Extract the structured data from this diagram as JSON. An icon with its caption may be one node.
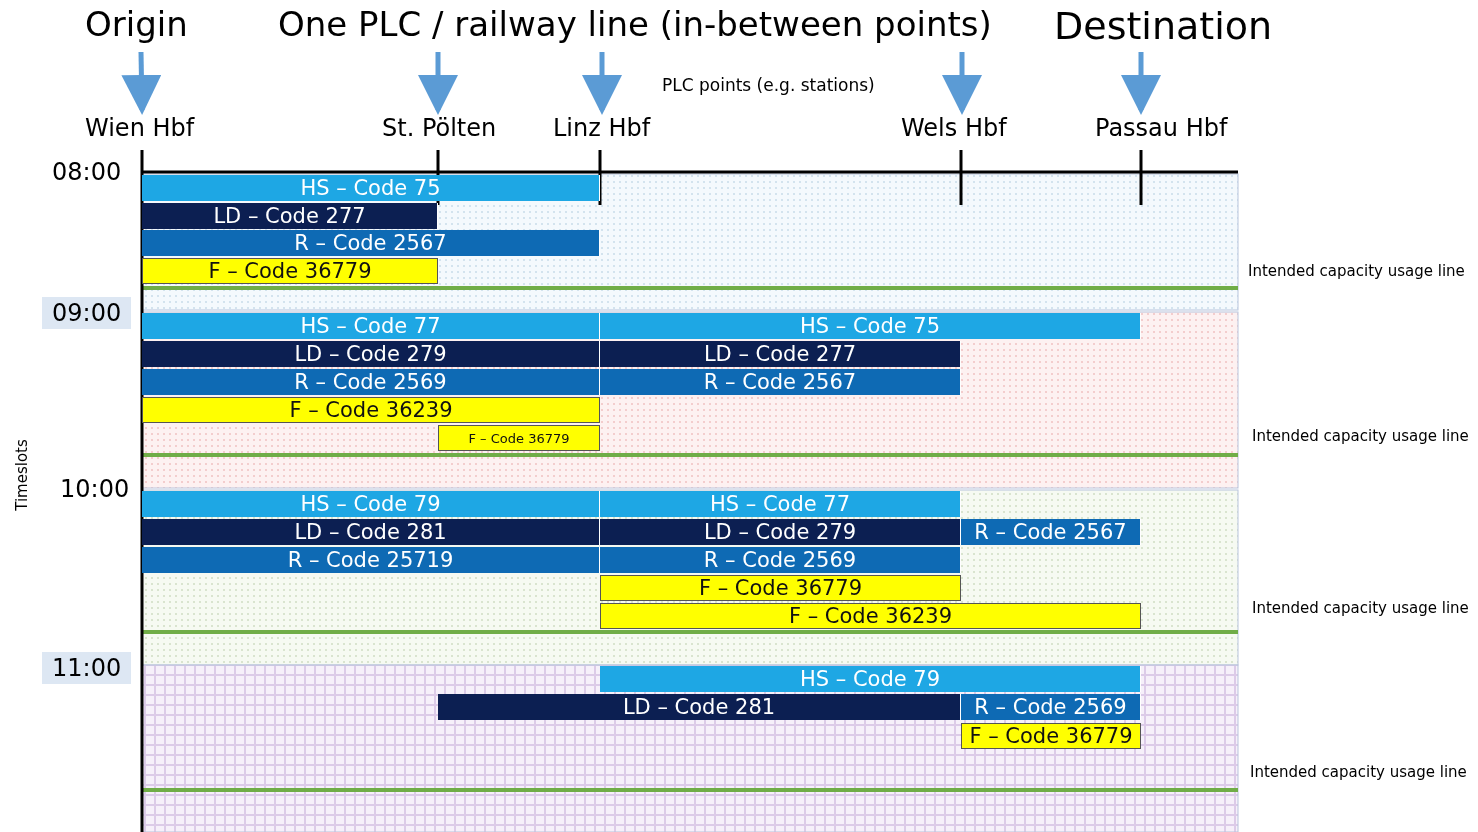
{
  "diagram": {
    "nodes": [
      {
        "text": [
          "Origin"
        ]
      },
      {
        "text": [
          "One PLC / railway line (in-between points)"
        ]
      },
      {
        "text": [
          "Destination"
        ]
      },
      {
        "text": [
          "Wien Hbf"
        ]
      },
      {
        "text": [
          "St. Pölten"
        ]
      },
      {
        "text": [
          "Linz Hbf"
        ]
      },
      {
        "text": [
          "Wels Hbf"
        ]
      },
      {
        "text": [
          "Passau Hbf"
        ]
      },
      {
        "text": [
          "HS – Code 75"
        ]
      },
      {
        "text": [
          "LD – Code 277"
        ]
      },
      {
        "text": [
          "R – Code 2567"
        ]
      },
      {
        "text": [
          "F – Code 36779"
        ]
      },
      {
        "text": [
          "HS – Code 77"
        ]
      },
      {
        "text": [
          "HS – Code 75"
        ]
      },
      {
        "text": [
          "LD – Code 279"
        ]
      },
      {
        "text": [
          "LD – Code 277"
        ]
      },
      {
        "text": [
          "R – Code 2569"
        ]
      },
      {
        "text": [
          "R – Code 2567"
        ]
      },
      {
        "text": [
          "F – Code 36239"
        ]
      },
      {
        "text": [
          "F – Code 36779"
        ]
      },
      {
        "text": [
          "HS – Code 79"
        ]
      },
      {
        "text": [
          "HS – Code 77"
        ]
      },
      {
        "text": [
          "LD – Code 281"
        ]
      },
      {
        "text": [
          "LD – Code 279"
        ]
      },
      {
        "text": [
          "R – Code 2567"
        ]
      },
      {
        "text": [
          "R – Code 25719"
        ]
      },
      {
        "text": [
          "R – Code 2569"
        ]
      },
      {
        "text": [
          "F – Code 36779"
        ]
      },
      {
        "text": [
          "F – Code 36239"
        ]
      },
      {
        "text": [
          "HS – Code 79"
        ]
      },
      {
        "text": [
          "LD – Code 281"
        ]
      },
      {
        "text": [
          "R – Code 2569"
        ]
      },
      {
        "text": [
          "F – Code 36779"
        ]
      }
    ],
    "edges": [
      {
        "from": 0,
        "to": 3,
        "arrow": "to"
      },
      {
        "from": 1,
        "to": 4,
        "arrow": "to"
      },
      {
        "from": 1,
        "to": 5,
        "arrow": "to"
      },
      {
        "from": 1,
        "to": 6,
        "arrow": "to"
      },
      {
        "from": 2,
        "to": 7,
        "arrow": "to"
      }
    ],
    "labels": [
      "PLC points (e.g. stations)",
      "08:00",
      "Intended capacity usage line",
      "09:00",
      "Intended capacity usage line",
      "Timeslots",
      "10:00",
      "Intended capacity usage line",
      "11:00",
      "Intended capacity usage line"
    ]
  }
}
